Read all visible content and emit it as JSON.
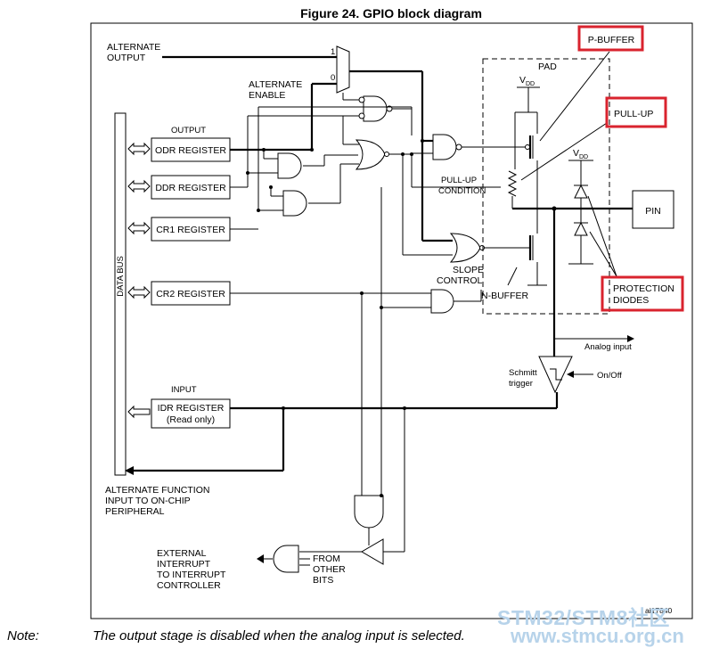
{
  "figure": {
    "title": "Figure 24. GPIO block diagram",
    "ref": "ai17840"
  },
  "labels": {
    "alternate_output_1": "ALTERNATE",
    "alternate_output_2": "OUTPUT",
    "mux_1": "1",
    "mux_0": "0",
    "alternate_enable_1": "ALTERNATE",
    "alternate_enable_2": "ENABLE",
    "output": "OUTPUT",
    "odr": "ODR REGISTER",
    "ddr": "DDR REGISTER",
    "cr1": "CR1 REGISTER",
    "cr2": "CR2 REGISTER",
    "input": "INPUT",
    "idr_1": "IDR REGISTER",
    "idr_2": "(Read only)",
    "data_bus": "DATA BUS",
    "pad": "PAD",
    "vdd": "V",
    "vdd_sub": "DD",
    "pull_up_condition_1": "PULL-UP",
    "pull_up_condition_2": "CONDITION",
    "slope_control_1": "SLOPE",
    "slope_control_2": "CONTROL",
    "n_buffer": "N-BUFFER",
    "pin": "PIN",
    "p_buffer": "P-BUFFER",
    "pull_up": "PULL-UP",
    "protection_1": "PROTECTION",
    "protection_2": "DIODES",
    "analog_input": "Analog input",
    "schmitt_1": "Schmitt",
    "schmitt_2": "trigger",
    "on_off": "On/Off",
    "alt_func_1": "ALTERNATE FUNCTION",
    "alt_func_2": "INPUT TO ON-CHIP",
    "alt_func_3": "PERIPHERAL",
    "ext_int_1": "EXTERNAL",
    "ext_int_2": "INTERRUPT",
    "ext_int_3": "TO INTERRUPT",
    "ext_int_4": "CONTROLLER",
    "from_other_1": "FROM",
    "from_other_2": "OTHER",
    "from_other_3": "BITS"
  },
  "note": {
    "label": "Note:",
    "text": "The output stage is disabled when the analog input is selected."
  },
  "watermark": {
    "line1": "STM32/STM8社区",
    "line2": "www.stmcu.org.cn"
  }
}
